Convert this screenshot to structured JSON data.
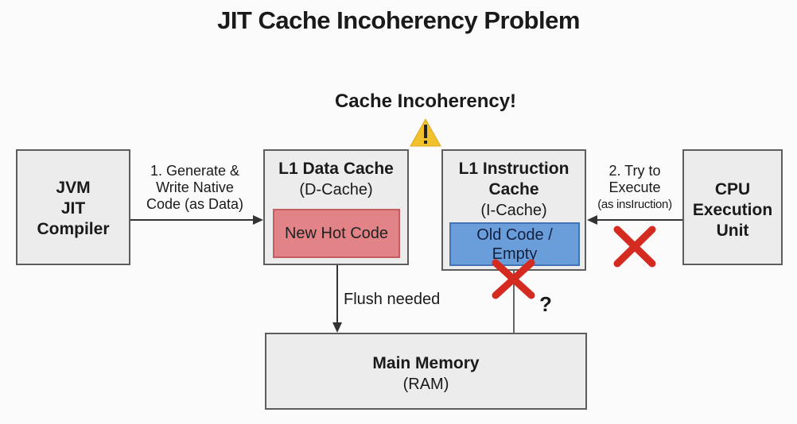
{
  "title": "JIT Cache Incoherency Problem",
  "warning_label": "Cache Incoherency!",
  "jvm": {
    "line1": "JVM",
    "line2": "JIT",
    "line3": "Compiler"
  },
  "l1d": {
    "title": "L1 Data Cache",
    "sub": "(D-Cache)",
    "content": "New Hot Code"
  },
  "l1i": {
    "title1": "L1 Instruction",
    "title2": "Cache",
    "sub": "(I-Cache)",
    "content1": "Old Code /",
    "content2": "Empty"
  },
  "cpu": {
    "line1": "CPU",
    "line2": "Execution",
    "line3": "Unit"
  },
  "ram": {
    "title": "Main Memory",
    "sub": "(RAM)"
  },
  "edges": {
    "generate1": "1. Generate &",
    "generate2": "Write Native",
    "generate3": "Code (as Data)",
    "try1": "2. Try to",
    "try2": "Execute",
    "try3": "(as insIruction)",
    "flush": "Flush needed",
    "question": "?"
  },
  "colors": {
    "hot": "#e28487",
    "old": "#6a9edb",
    "cross": "#d42a1f",
    "warning": "#f2c12e"
  }
}
